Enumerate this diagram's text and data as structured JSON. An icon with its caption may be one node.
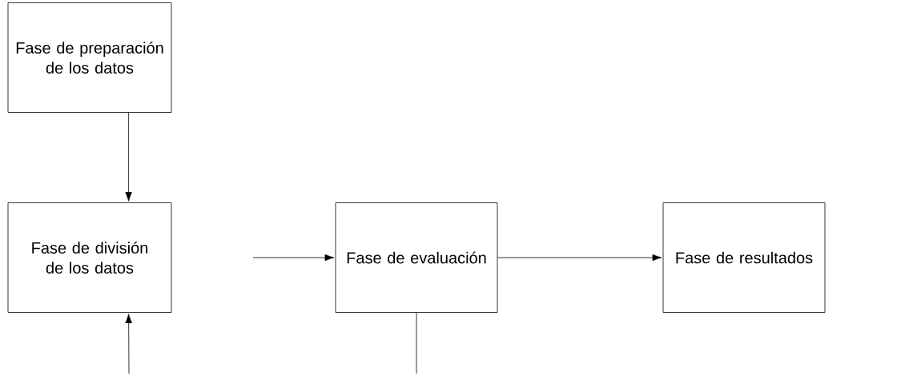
{
  "diagram": {
    "nodes": [
      {
        "text": [
          "Fase de preparación de los datos"
        ]
      },
      {
        "text": [
          "Fase de división de los datos"
        ]
      },
      {
        "text": [
          "Fase de evaluación"
        ]
      },
      {
        "text": [
          "Fase de resultados"
        ]
      }
    ],
    "edges": [
      {
        "from": 0,
        "to": 1,
        "arrow": "to"
      },
      {
        "from": null,
        "to": 2,
        "arrow": "to"
      },
      {
        "from": 2,
        "to": 3,
        "arrow": "to"
      },
      {
        "from": null,
        "to": 1,
        "arrow": "to"
      },
      {
        "from": 2,
        "to": null,
        "arrow": "none"
      }
    ]
  }
}
